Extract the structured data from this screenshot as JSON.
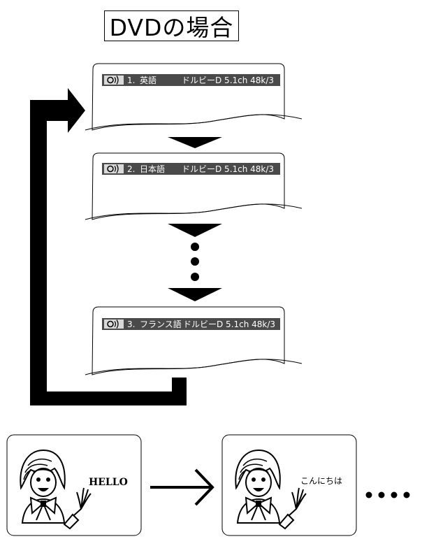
{
  "title": "DVDの場合",
  "screens": [
    {
      "number": "1.",
      "language": "英語",
      "format": "ドルビーD 5.1ch 48k/3"
    },
    {
      "number": "2.",
      "language": "日本語",
      "format": "ドルビーD 5.1ch 48k/3"
    },
    {
      "number": "3.",
      "language": "フランス語",
      "format": "ドルビーD 5.1ch 48k/3"
    }
  ],
  "speech_panels": [
    {
      "text": "HELLO"
    },
    {
      "text": "こんにちは"
    }
  ],
  "colors": {
    "osd_bar": "#4a4a4a",
    "osd_icon_bg": "#d9d9d9",
    "ink": "#000000"
  },
  "icons": [
    "audio-icon",
    "down-arrow-icon",
    "ellipsis-dots-icon",
    "loop-arrow-icon",
    "right-arrow-icon",
    "girl-illustration-icon"
  ]
}
